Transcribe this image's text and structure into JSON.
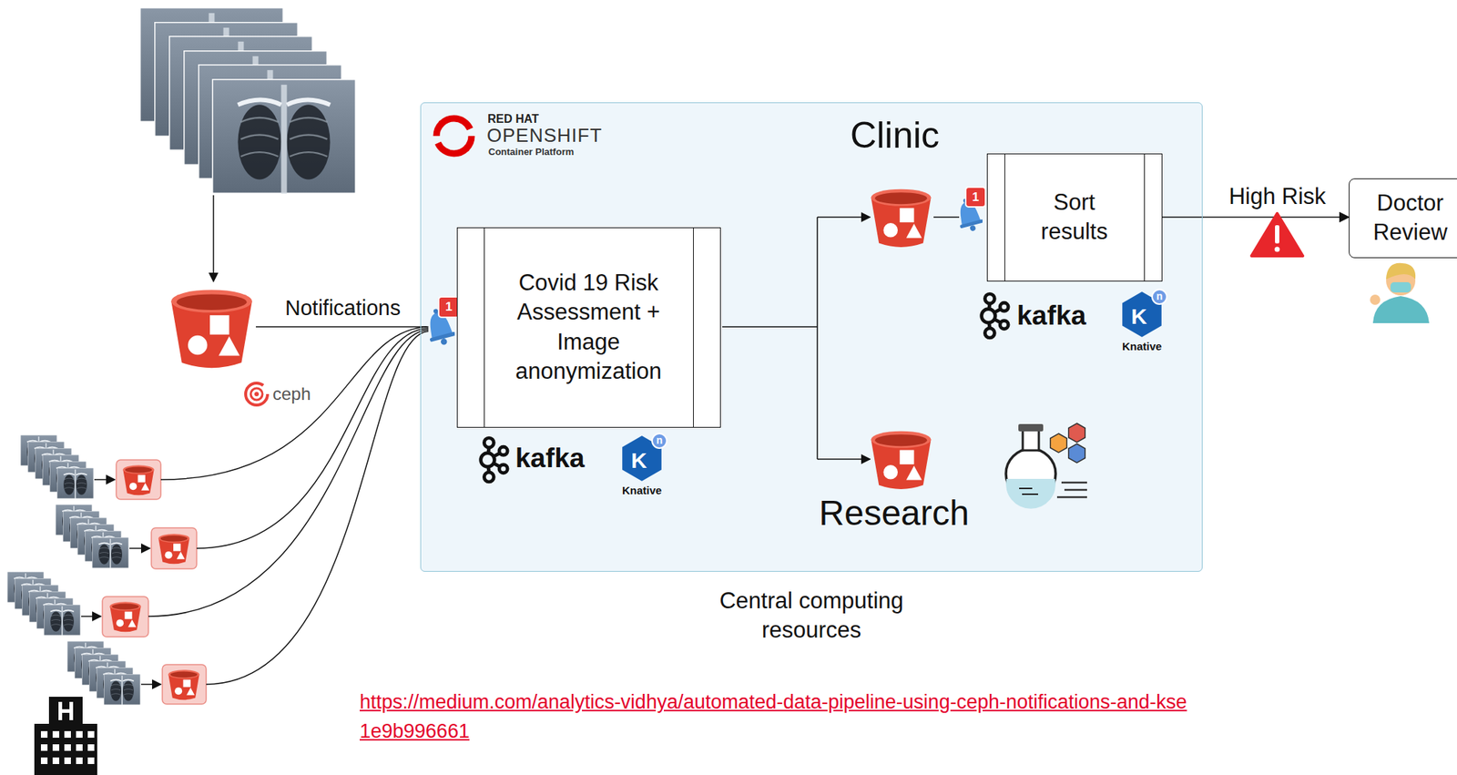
{
  "diagram": {
    "nodes": [
      {
        "text": [
          "Clinic"
        ]
      },
      {
        "text": [
          "Covid 19 Risk Assessment + Image anonymization"
        ],
        "in": 0
      },
      {
        "text": [
          "Sort results"
        ],
        "in": 0
      },
      {
        "text": [
          "Doctor Review"
        ]
      }
    ],
    "edges": [
      {
        "from": 2,
        "to": 3,
        "arrow": "to",
        "label": "High Risk"
      }
    ],
    "labels": [
      "RED HAT",
      "OPENSHIFT",
      "Container Platform",
      "Notifications",
      "ceph",
      "1",
      "1",
      "kafka",
      "K",
      "n",
      "Knative",
      "kafka",
      "K",
      "n",
      "Knative",
      "Research",
      "Central computing resources",
      "https://medium.com/analytics-vidhya/automated-data-pipeline-using-ceph-notifications-and-kse",
      "1e9b996661"
    ]
  }
}
